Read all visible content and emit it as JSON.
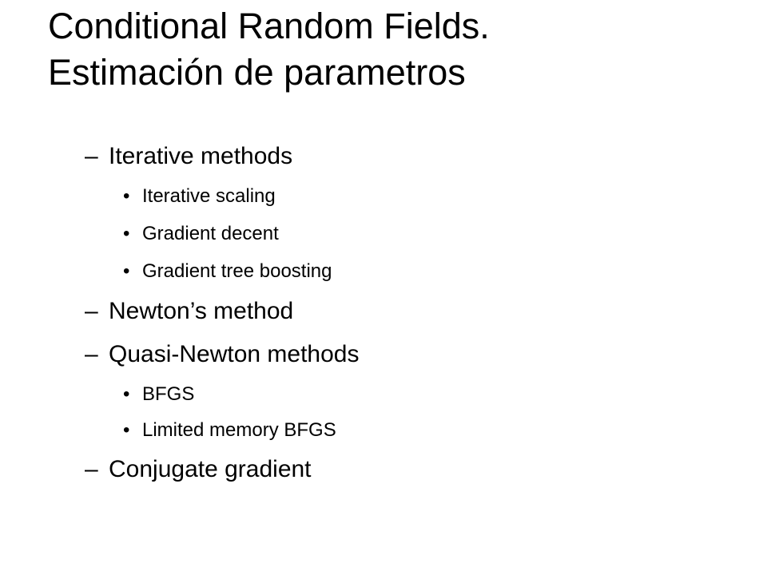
{
  "slide": {
    "title_line1": "Conditional Random Fields.",
    "title_line2": "Estimación de parametros",
    "dash_glyph": "–",
    "bullet_glyph": "•",
    "items": [
      {
        "text": "Iterative methods"
      },
      {
        "text": "Iterative scaling"
      },
      {
        "text": "Gradient decent"
      },
      {
        "text": "Gradient tree boosting"
      },
      {
        "text": "Newton’s method"
      },
      {
        "text": "Quasi-Newton methods"
      },
      {
        "text": "BFGS"
      },
      {
        "text": "Limited memory BFGS"
      },
      {
        "text": "Conjugate gradient"
      }
    ]
  }
}
